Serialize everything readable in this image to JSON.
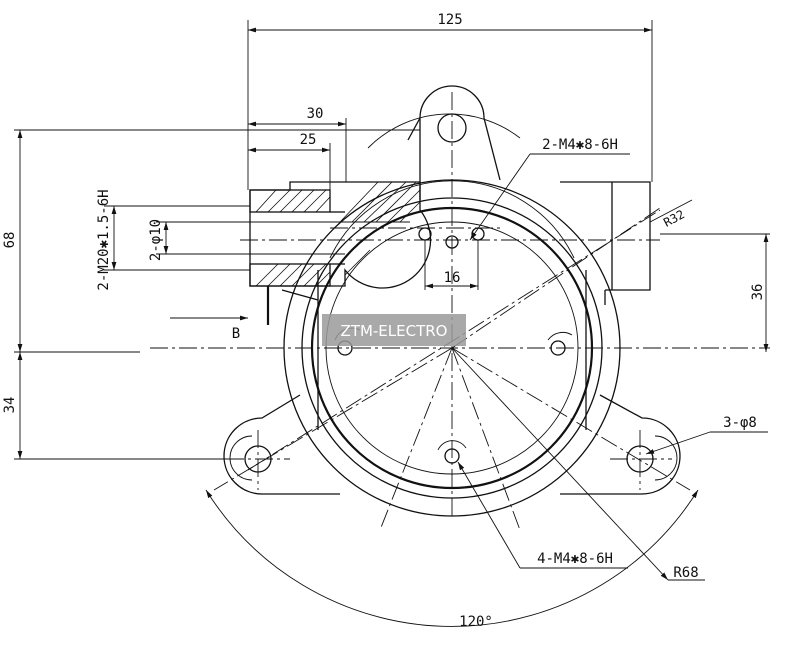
{
  "watermark": "ZTM-ELECTRO",
  "dimensions": {
    "overall_width": "125",
    "width_30": "30",
    "width_25": "25",
    "height_68": "68",
    "height_34": "34",
    "height_36": "36",
    "hole_spacing_16": "16",
    "bore_2_phi10": "2-φ10",
    "thread_2_m20": "2-M20✱1.5-6H",
    "top_thread": "2-M4✱8-6H",
    "bottom_thread": "4-M4✱8-6H",
    "radius_r32": "R32",
    "radius_r68": "R68",
    "mount_holes": "3-φ8",
    "angle": "120°",
    "view_label": "B"
  }
}
